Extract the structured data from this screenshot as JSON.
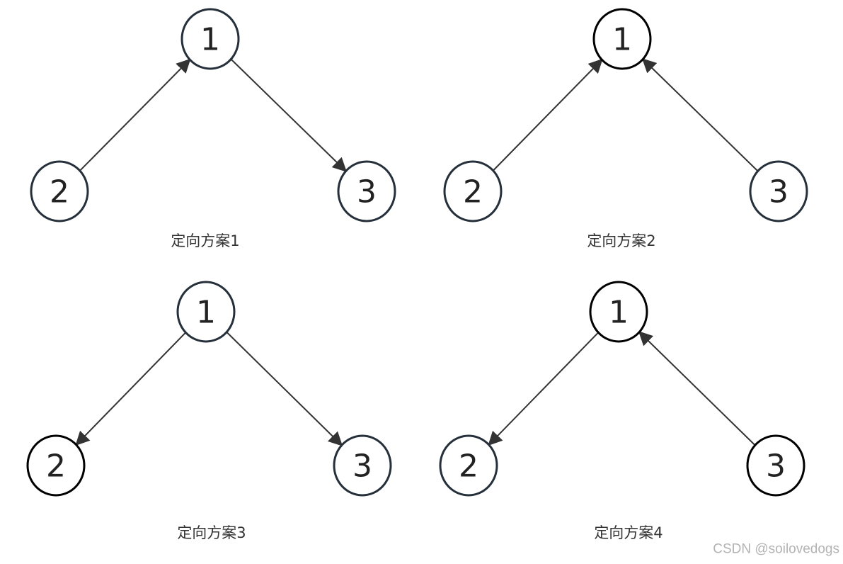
{
  "colors": {
    "edge": "#333333",
    "node_border_default": "#25303b",
    "node_border_dark": "#000000",
    "watermark": "#b3b3b3"
  },
  "panels": [
    {
      "caption": "定向方案1",
      "nodes": {
        "n1": "1",
        "n2": "2",
        "n3": "3"
      },
      "edges": [
        {
          "from": "2",
          "to": "1"
        },
        {
          "from": "1",
          "to": "3"
        }
      ]
    },
    {
      "caption": "定向方案2",
      "nodes": {
        "n1": "1",
        "n2": "2",
        "n3": "3"
      },
      "edges": [
        {
          "from": "2",
          "to": "1"
        },
        {
          "from": "3",
          "to": "1"
        }
      ]
    },
    {
      "caption": "定向方案3",
      "nodes": {
        "n1": "1",
        "n2": "2",
        "n3": "3"
      },
      "edges": [
        {
          "from": "1",
          "to": "2"
        },
        {
          "from": "1",
          "to": "3"
        }
      ]
    },
    {
      "caption": "定向方案4",
      "nodes": {
        "n1": "1",
        "n2": "2",
        "n3": "3"
      },
      "edges": [
        {
          "from": "1",
          "to": "2"
        },
        {
          "from": "3",
          "to": "1"
        }
      ]
    }
  ],
  "watermark": "CSDN @soilovedogs"
}
